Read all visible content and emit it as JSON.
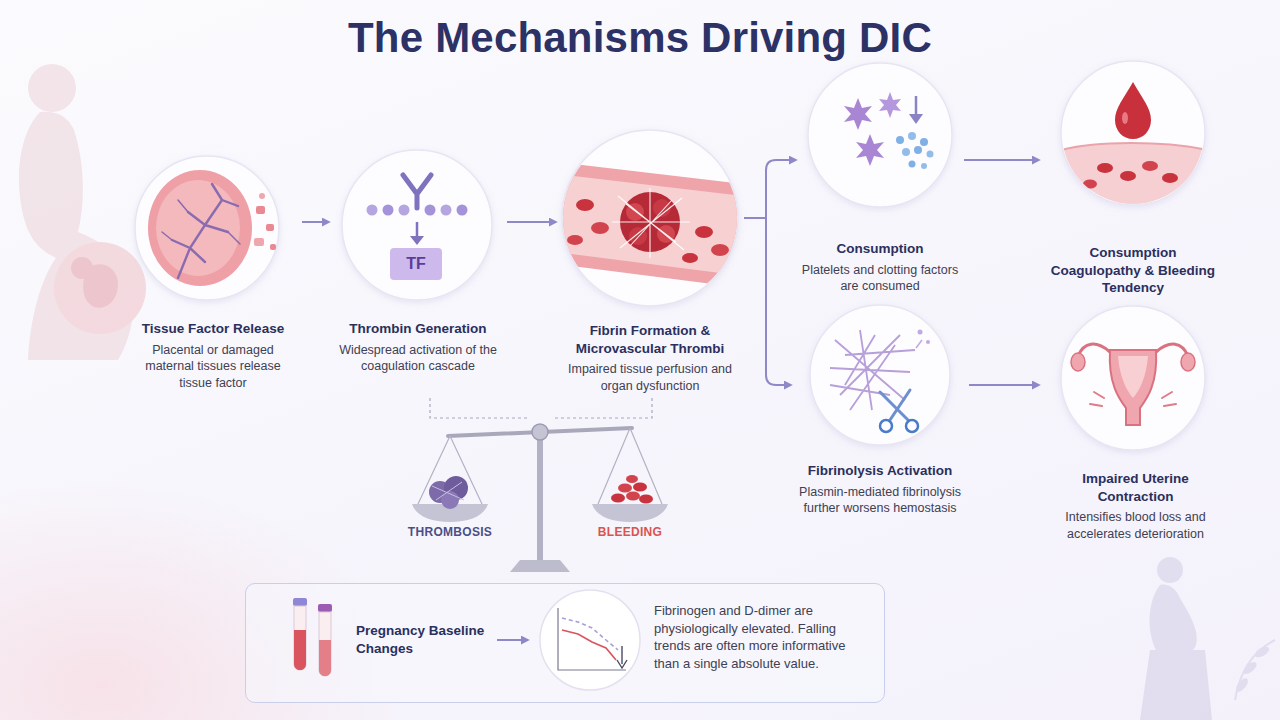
{
  "diagram": {
    "title": "The Mechanisms Driving DIC",
    "nodes": [
      {
        "text": [
          "Tissue Factor Release",
          "Placental or damaged maternal tissues release tissue factor"
        ]
      },
      {
        "text": [
          "Thrombin Generation",
          "Widespread activation of the coagulation cascade"
        ]
      },
      {
        "text": [
          "TF"
        ],
        "in": 1
      },
      {
        "text": [
          "Fibrin Formation & Microvascular Thrombi",
          "Impaired tissue perfusion and organ dysfunction"
        ]
      },
      {
        "text": [
          "Consumption",
          "Platelets and clotting factors are consumed"
        ]
      },
      {
        "text": [
          "Consumption Coagulopathy & Bleeding Tendency"
        ]
      },
      {
        "text": [
          "Fibrinolysis Activation",
          "Plasmin-mediated fibrinolysis further worsens hemostasis"
        ]
      },
      {
        "text": [
          "Impaired Uterine Contraction",
          "Intensifies blood loss and accelerates deterioration"
        ]
      },
      {
        "text": [
          "Pregnancy Baseline Changes",
          "Fibrinogen and D-dimer are physiologically elevated. Falling trends are often more informative than a single absolute value."
        ]
      }
    ],
    "edges": [
      {
        "from": 0,
        "to": 1,
        "arrow": "to"
      },
      {
        "from": 1,
        "to": 3,
        "arrow": "to"
      },
      {
        "from": 3,
        "to": 4,
        "arrow": "to"
      },
      {
        "from": 3,
        "to": 6,
        "arrow": "to"
      },
      {
        "from": 4,
        "to": 5,
        "arrow": "to"
      },
      {
        "from": 6,
        "to": 7,
        "arrow": "to"
      }
    ],
    "labels": [
      "THROMBOSIS",
      "BLEEDING"
    ]
  }
}
